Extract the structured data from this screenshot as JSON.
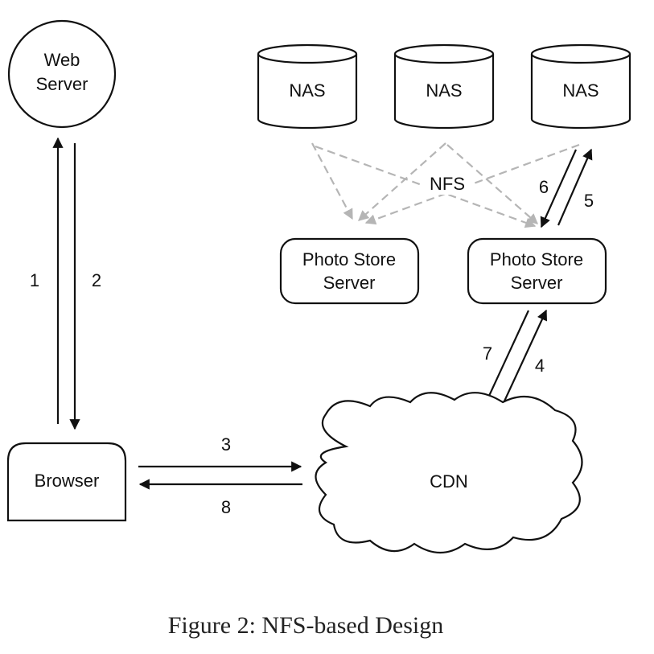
{
  "nodes": {
    "web_server": [
      "Web",
      "Server"
    ],
    "nas": [
      "NAS",
      "NAS",
      "NAS"
    ],
    "photo_store_left": [
      "Photo Store",
      "Server"
    ],
    "photo_store_right": [
      "Photo Store",
      "Server"
    ],
    "browser": "Browser",
    "cdn": "CDN"
  },
  "labels": {
    "nfs": "NFS",
    "step_1": "1",
    "step_2": "2",
    "step_3": "3",
    "step_4": "4",
    "step_5": "5",
    "step_6": "6",
    "step_7": "7",
    "step_8": "8"
  },
  "caption": "Figure 2: NFS-based Design",
  "colors": {
    "stroke": "#111111",
    "dashed_connection": "#b5b5b5",
    "background": "#ffffff"
  }
}
